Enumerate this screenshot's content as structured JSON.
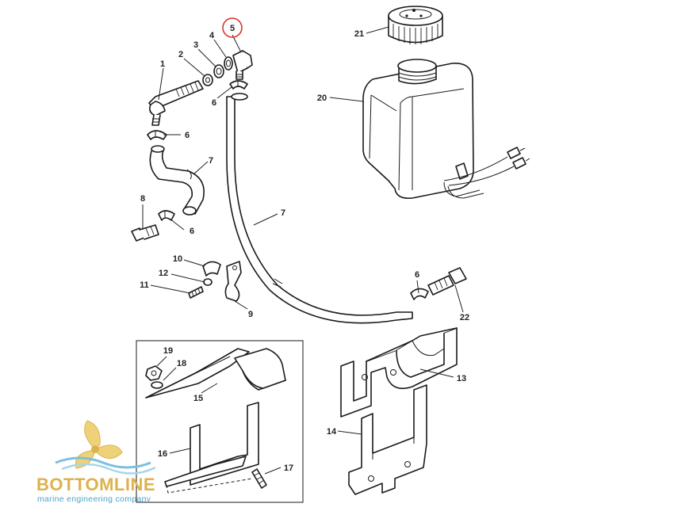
{
  "diagram": {
    "callouts": {
      "p1": "1",
      "p2": "2",
      "p3": "3",
      "p4": "4",
      "p5": "5",
      "p6a": "6",
      "p6b": "6",
      "p6c": "6",
      "p6d": "6",
      "p7a": "7",
      "p7b": "7",
      "p8": "8",
      "p9": "9",
      "p10": "10",
      "p11": "11",
      "p12": "12",
      "p13": "13",
      "p14": "14",
      "p15": "15",
      "p16": "16",
      "p17": "17",
      "p18": "18",
      "p19": "19",
      "p20": "20",
      "p21": "21",
      "p22": "22"
    },
    "highlighted_part": "5",
    "highlight_color": "#d9342b"
  },
  "logo": {
    "name": "BOTTOMLINE",
    "tagline": "marine engineering company",
    "colors": {
      "gold": "#dcb24c",
      "blue": "#4fa3c7"
    }
  }
}
